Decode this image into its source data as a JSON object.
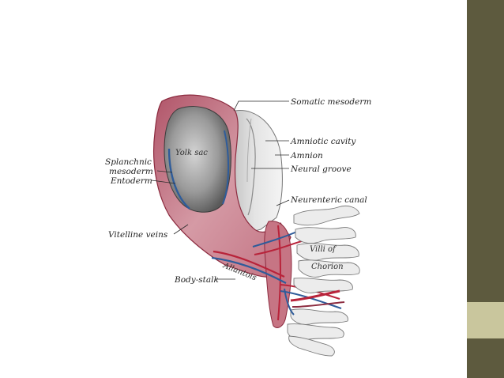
{
  "theme": {
    "side_bar_color": "#5d5a3e",
    "side_accent_color": "#c9c69d",
    "tissue_color": "#c87886",
    "tissue_dark": "#8c2b3f",
    "vein_color": "#2f5c9a",
    "artery_color": "#b8233a"
  },
  "diagram": {
    "inner_labels": {
      "yolk_sac": "Yolk sac",
      "villi": "Villi of",
      "chorion": "Chorion",
      "allantois": "Allantois"
    },
    "labels": {
      "somatic_mesoderm": "Somatic mesoderm",
      "amniotic_cavity": "Amniotic cavity",
      "amnion": "Amnion",
      "neural_groove": "Neural groove",
      "neurenteric_canal": "Neurenteric canal",
      "splanchnic_line1": "Splanchnic",
      "splanchnic_line2": "mesoderm",
      "entoderm": "Entoderm",
      "vitelline_veins": "Vitelline veins",
      "body_stalk": "Body-stalk"
    }
  }
}
